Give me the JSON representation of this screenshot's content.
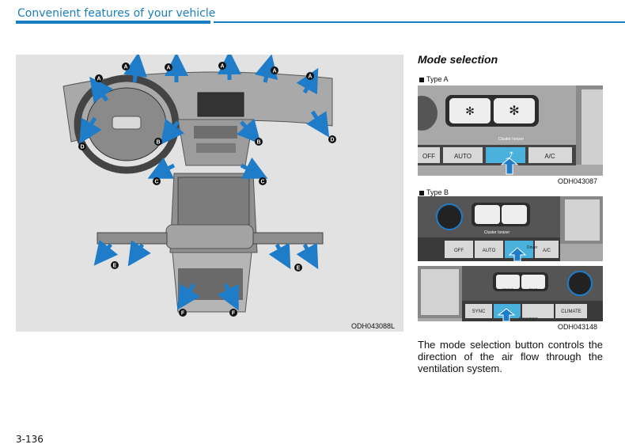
{
  "header": {
    "title": "Convenient features of your vehicle"
  },
  "left_figure": {
    "code": "ODH043088L",
    "vent_labels": [
      "A",
      "A",
      "A",
      "A",
      "A",
      "A",
      "B",
      "B",
      "C",
      "C",
      "D",
      "D",
      "E",
      "E",
      "F",
      "F"
    ]
  },
  "right": {
    "section_title": "Mode selection",
    "type_a": {
      "label": "Type A",
      "buttons": [
        "OFF",
        "AUTO",
        "A/C"
      ],
      "strip_label": "Cluster Ionizer",
      "code": "ODH043087"
    },
    "type_b": {
      "label": "Type B",
      "buttons_top": [
        "OFF",
        "AUTO",
        "A/C"
      ],
      "strip_label": "Cluster Ionizer",
      "driver_label": "Driver",
      "buttons_bottom": [
        "SYNC",
        "CLIMATE"
      ],
      "passenger_label": "Passenger",
      "front_label": "FRONT",
      "rear_label": "REAR",
      "code": "ODH043148"
    },
    "body_text": "The mode selection button controls the direction of the air flow through the ventilation system."
  },
  "page_number": "3-136",
  "colors": {
    "brand_blue": "#1a7fc1",
    "arrow_blue": "#1e7cc8",
    "button_highlight": "#4ab0dc"
  }
}
